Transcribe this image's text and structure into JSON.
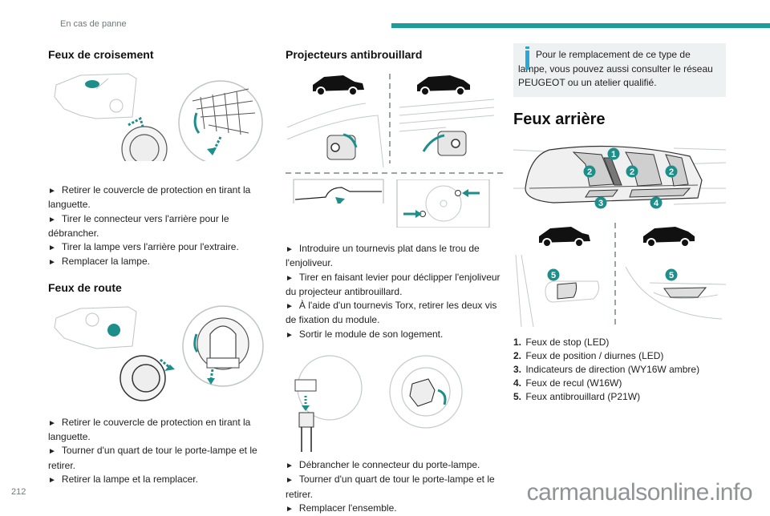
{
  "header": {
    "section_title": "En cas de panne",
    "accent_color": "#1e9b9b"
  },
  "footer": {
    "page_number": "212",
    "watermark": "carmanualsonline.info"
  },
  "col1": {
    "section1": {
      "title": "Feux de croisement",
      "steps": [
        "Retirer le couvercle de protection en tirant la languette.",
        "Tirer le connecteur vers l'arrière pour le débrancher.",
        "Tirer la lampe vers l'arrière pour l'extraire.",
        "Remplacer la lampe."
      ]
    },
    "section2": {
      "title": "Feux de route",
      "steps": [
        "Retirer le couvercle de protection en tirant la languette.",
        "Tourner d'un quart de tour le porte-lampe et le retirer.",
        "Retirer la lampe et la remplacer."
      ]
    }
  },
  "col2": {
    "title": "Projecteurs antibrouillard",
    "steps_a": [
      "Introduire un tournevis plat dans le trou de l'enjoliveur.",
      "Tirer en faisant levier pour déclipper l'enjoliveur du projecteur antibrouillard.",
      "À l'aide d'un tournevis Torx, retirer les deux vis de fixation du module.",
      "Sortir le module de son logement."
    ],
    "steps_b": [
      "Débrancher le connecteur du porte-lampe.",
      "Tourner d'un quart de tour le porte-lampe et le retirer.",
      "Remplacer l'ensemble."
    ]
  },
  "col3": {
    "info_icon": "info-icon",
    "info_text": "Pour le remplacement de ce type de lampe, vous pouvez aussi consulter le réseau PEUGEOT ou un atelier qualifié.",
    "title": "Feux arrière",
    "badges": [
      "1",
      "2",
      "2",
      "2",
      "3",
      "4",
      "5",
      "5"
    ],
    "legend": [
      {
        "num": "1.",
        "text": "Feux de stop (LED)"
      },
      {
        "num": "2.",
        "text": "Feux de position / diurnes (LED)"
      },
      {
        "num": "3.",
        "text": "Indicateurs de direction (WY16W ambre)"
      },
      {
        "num": "4.",
        "text": "Feux de recul (W16W)"
      },
      {
        "num": "5.",
        "text": "Feux antibrouillard (P21W)"
      }
    ]
  },
  "bullet_glyph": "►"
}
